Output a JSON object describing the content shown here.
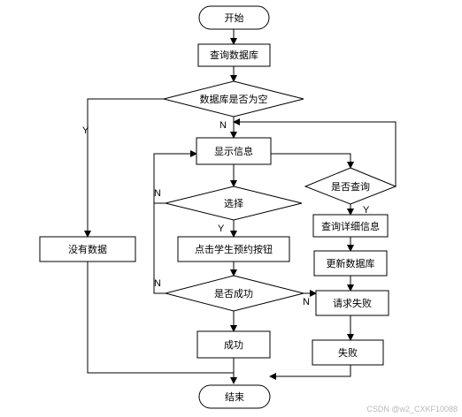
{
  "nodes": {
    "start": "开始",
    "query_db": "查询数据库",
    "db_empty": "数据库是否为空",
    "show_info": "显示信息",
    "choose": "选择",
    "click_reserve": "点击学生预约按钮",
    "is_success": "是否成功",
    "success": "成功",
    "no_data": "没有数据",
    "is_query": "是否查询",
    "query_detail": "查询详细信息",
    "update_db": "更新数据库",
    "request_fail": "请求失败",
    "fail": "失败",
    "end": "结束"
  },
  "edge_labels": {
    "db_empty_yes": "Y",
    "db_empty_no": "N",
    "choose_no": "N",
    "choose_yes": "Y",
    "success_no_left": "N",
    "success_no_right": "N",
    "is_query_yes": "Y"
  },
  "watermark": "CSDN @w2_CXKF10088"
}
